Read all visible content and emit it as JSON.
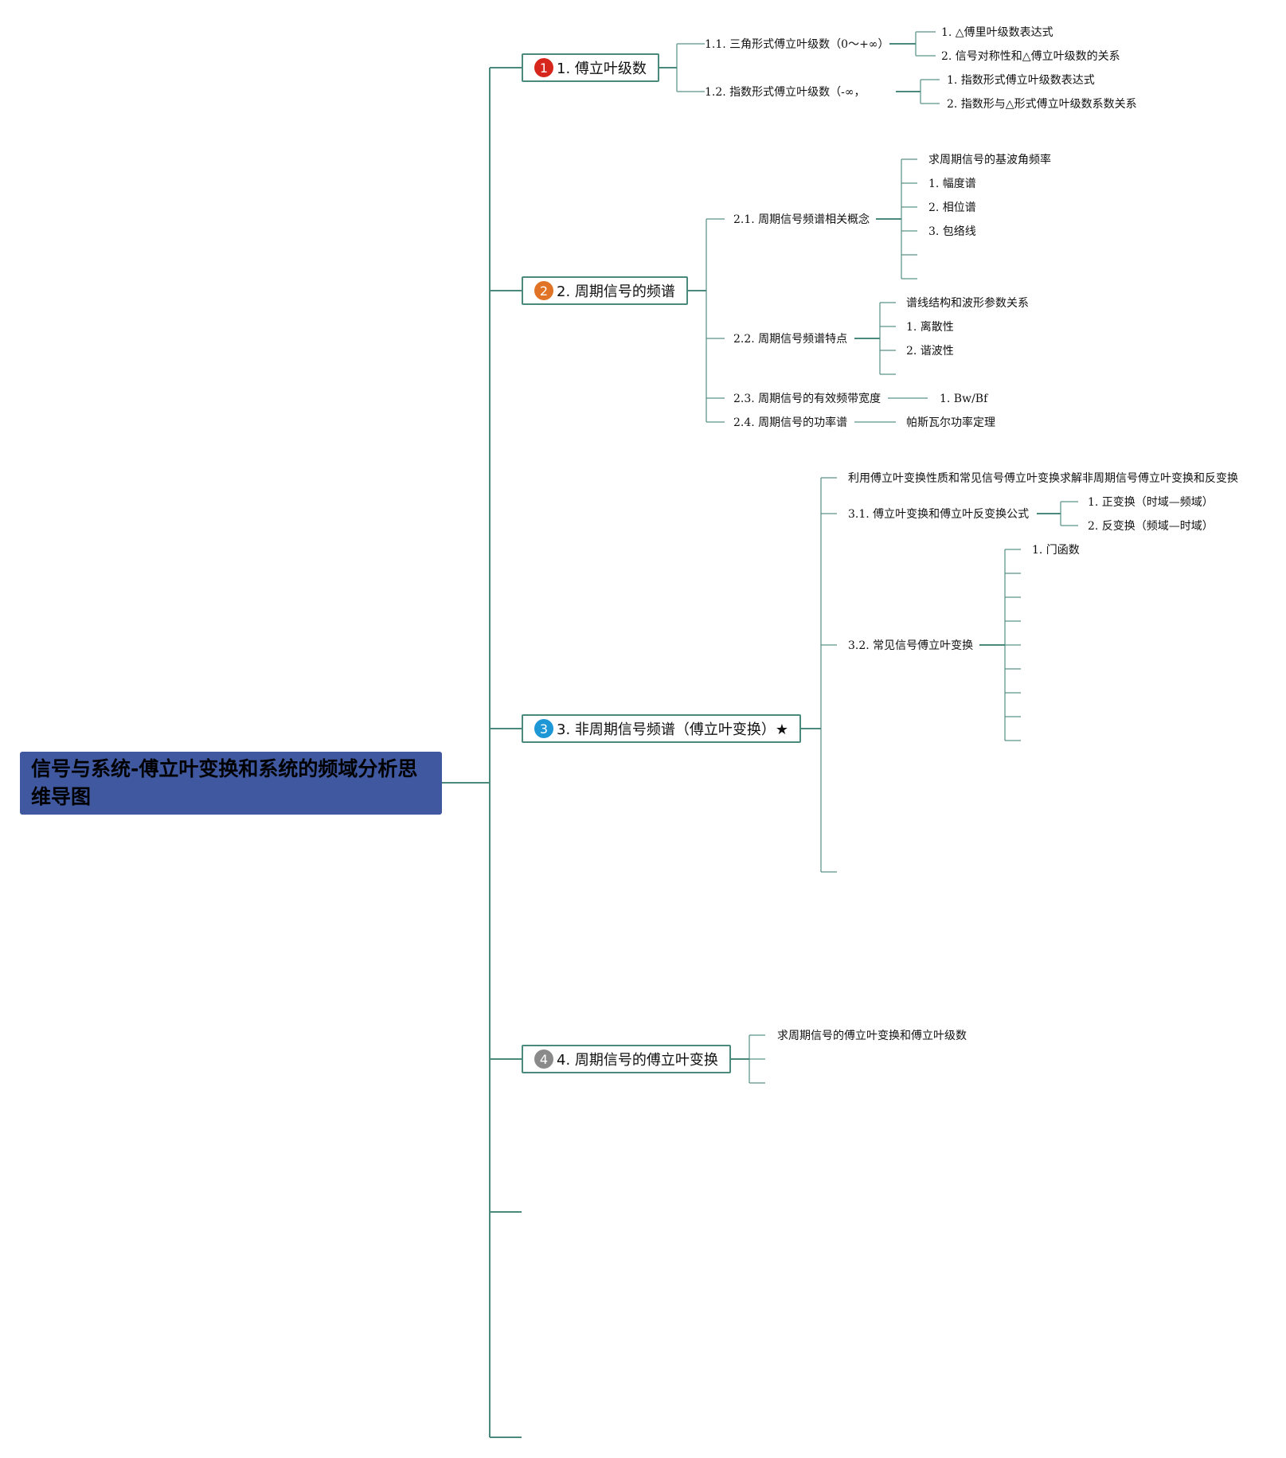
{
  "root": {
    "title": "信号与系统-傅立叶变换和系统的频域分析思维导图"
  },
  "colors": {
    "root_bg": "#3f589f",
    "line": "#4a8a7c",
    "badge_1": "#d7261b",
    "badge_2": "#e07325",
    "badge_3": "#1e97d7",
    "badge_4": "#8a8a8a"
  },
  "branches": [
    {
      "badge": "1",
      "label": "1. 傅立叶级数",
      "children": [
        {
          "label": "1.1. 三角形式傅立叶级数（0〜+∞）",
          "children": [
            "1. △傅里叶级数表达式",
            "2. 信号对称性和△傅立叶级数的关系"
          ]
        },
        {
          "label": "1.2. 指数形式傅立叶级数（-∞，",
          "children": [
            "1. 指数形式傅立叶级数表达式",
            "2. 指数形与△形式傅立叶级数系数关系"
          ]
        }
      ]
    },
    {
      "badge": "2",
      "label": "2. 周期信号的频谱",
      "children": [
        {
          "label": "2.1. 周期信号频谱相关概念",
          "children": [
            "求周期信号的基波角频率",
            "1. 幅度谱",
            "2. 相位谱",
            "3. 包络线",
            "",
            ""
          ]
        },
        {
          "label": "2.2. 周期信号频谱特点",
          "children": [
            "谱线结构和波形参数关系",
            "1. 离散性",
            "2. 谐波性",
            ""
          ]
        },
        {
          "label": "2.3. 周期信号的有效频带宽度",
          "children": [
            "1. Bw/Bf"
          ]
        },
        {
          "label": "2.4. 周期信号的功率谱",
          "children": [
            "帕斯瓦尔功率定理"
          ]
        }
      ]
    },
    {
      "badge": "3",
      "label": "3. 非周期信号频谱（傅立叶变换）★",
      "children": [
        {
          "label": "利用傅立叶变换性质和常见信号傅立叶变换求解非周期信号傅立叶变换和反变换",
          "children": []
        },
        {
          "label": "3.1. 傅立叶变换和傅立叶反变换公式",
          "children": [
            "1. 正变换（时域—频域）",
            "2. 反变换（频域—时域）"
          ]
        },
        {
          "label": "3.2. 常见信号傅立叶变换",
          "children": [
            "1. 门函数",
            "",
            "",
            "",
            "",
            "",
            "",
            "",
            ""
          ]
        },
        {
          "label": "",
          "children": []
        }
      ]
    },
    {
      "badge": "4",
      "label": "4. 周期信号的傅立叶变换",
      "children": [
        {
          "label": "求周期信号的傅立叶变换和傅立叶级数",
          "children": []
        },
        {
          "label": "",
          "children": []
        },
        {
          "label": "",
          "children": []
        }
      ]
    },
    {
      "badge": "",
      "label": "",
      "children": []
    },
    {
      "badge": "",
      "label": "",
      "children": []
    }
  ]
}
